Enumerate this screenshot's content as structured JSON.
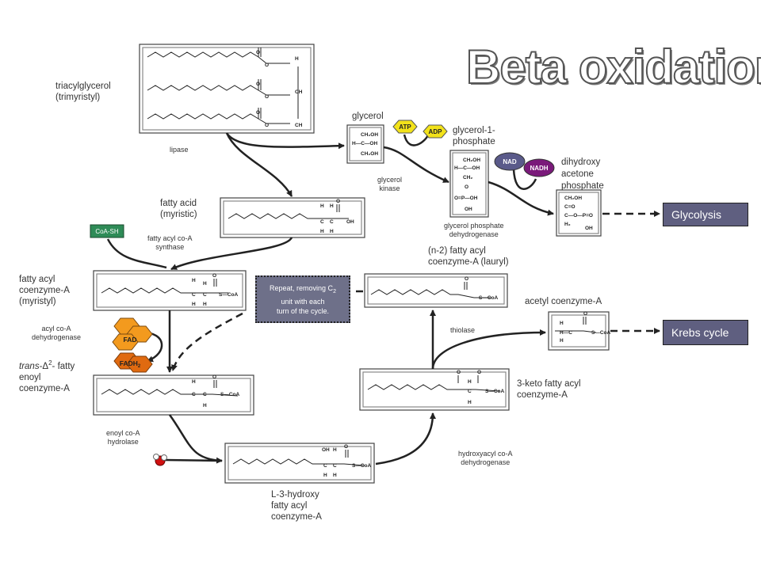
{
  "title": "Beta oxidation",
  "labels": {
    "triacylglycerol": "triacylglycerol\n(trimyristyl)",
    "lipase": "lipase",
    "glycerol": "glycerol",
    "atp": "ATP",
    "adp": "ADP",
    "glycerol_1_phosphate": "glycerol-1-\nphosphate",
    "glycerol_kinase": "glycerol\nkinase",
    "nad": "NAD",
    "nadh": "NADH",
    "dihydroxy_acetone_phosphate": "dihydroxy\nacetone\nphosphate",
    "glycerol_phosphate_dehydrogenase": "glycerol phosphate\ndehydrogenase",
    "fatty_acid": "fatty acid\n(myristic)",
    "coa_sh": "CoA-SH",
    "fatty_acyl_coa_synthase": "fatty acyl co-A\nsynthase",
    "fatty_acyl_coa": "fatty acyl\ncoenzyme-A\n(myristyl)",
    "acyl_coa_dehydrogenase": "acyl co-A\ndehydrogenase",
    "fad": "FAD",
    "fadh2": "FADH",
    "fadh2_sub": "2",
    "trans_prefix": "trans",
    "trans_rest": "-Δ",
    "trans_sup": "2",
    "trans_tail": "- fatty\nenoyl\ncoenzyme-A",
    "enoyl_coa_hydrolase": "enoyl co-A\nhydrolase",
    "l3_hydroxy": "L-3-hydroxy\nfatty acyl\ncoenzyme-A",
    "hydroxyacyl_dehydrogenase": "hydroxyacyl co-A\ndehydrogenase",
    "keto_fatty_acyl": "3-keto fatty acyl\ncoenzyme-A",
    "thiolase": "thiolase",
    "n2_fatty_acyl": "(n-2) fatty acyl\ncoenzyme-A (lauryl)",
    "acetyl_coa": "acetyl coenzyme-A",
    "repeat_a": "Repeat, removing C",
    "repeat_sub": "2",
    "repeat_b": "unit with each\nturn of the cycle.",
    "glycolysis": "Glycolysis",
    "krebs": "Krebs cycle"
  },
  "colors": {
    "atp": "#f2e21a",
    "adp": "#f2e21a",
    "nad": "#5a5a8a",
    "nadh": "#7a1a7a",
    "coa_sh": "#2e8b57",
    "fad": "#f39a1e",
    "fadh2": "#e06a10",
    "destination_box": "#5f5f80",
    "repeat_box": "#6e7089"
  }
}
